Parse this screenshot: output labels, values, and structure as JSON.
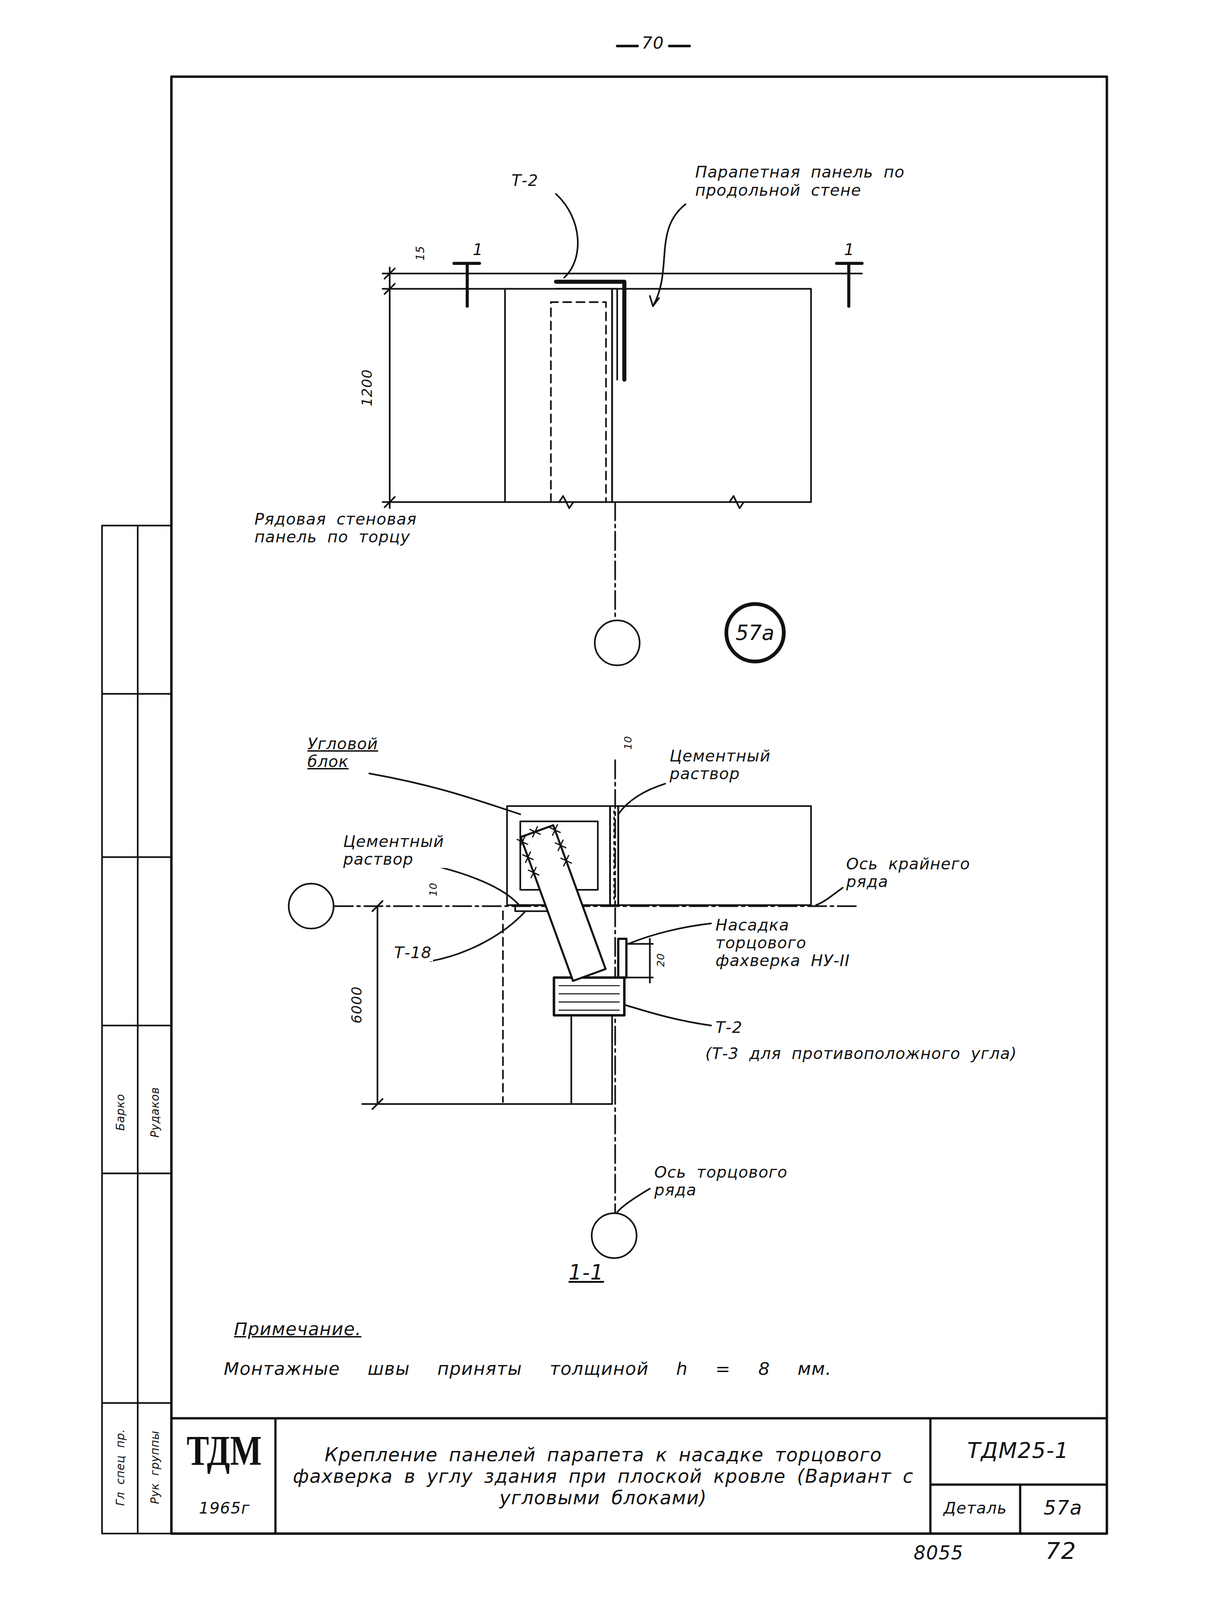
{
  "diagram": {
    "title": "Крепление панелей парапета к насадке торцового фахверка в углу здания при плоской кровле (Вариант с угловыми блоками)",
    "nodes": [
      {
        "text": [
          "57а"
        ]
      }
    ],
    "labels": [
      "70",
      "Т-2",
      "1",
      "1",
      "15",
      "Парапетная панель по продольной стене",
      "1200",
      "Рядовая стеновая панель по торцу",
      "10",
      "Угловой блок",
      "Цементный раствор",
      "Цементный раствор",
      "Ось крайнего ряда",
      "10",
      "Т-18",
      "Насадка торцового фахверка НУ-II",
      "20",
      "6000",
      "Т-2",
      "(Т-3 для противоположного угла)",
      "Ось торцового ряда",
      "1-1",
      "Примечание.",
      "Монтажные швы приняты толщиной h = 8 мм.",
      "ТДМ",
      "1965г",
      "ТДМ25-1",
      "Деталь",
      "57а",
      "8055",
      "72",
      "Гл спец пр.",
      "Рук группы",
      "Барко",
      "Рудаков"
    ]
  }
}
